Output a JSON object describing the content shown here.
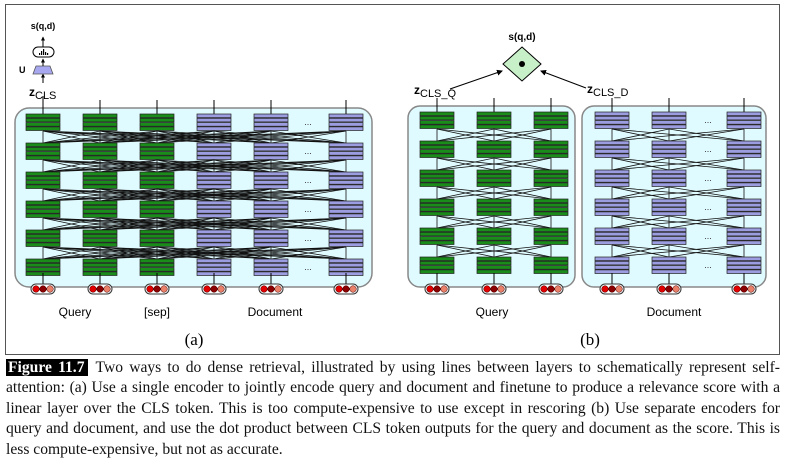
{
  "panel_a": {
    "score_label": "s(q,d)",
    "linear_layer_label": "U",
    "cls_label_main": "z",
    "cls_label_sub": "CLS",
    "input_labels": {
      "query": "Query",
      "sep": "[sep]",
      "document": "Document"
    },
    "panel_label": "(a)",
    "columns": [
      "query",
      "query",
      "query",
      "document",
      "document",
      "ellipsis",
      "document"
    ],
    "layers": 6,
    "ellipsis": "..."
  },
  "panel_b": {
    "score_label": "s(q,d)",
    "dot_product_symbol": "•",
    "cls_q_main": "z",
    "cls_q_sub": "CLS_Q",
    "cls_d_main": "z",
    "cls_d_sub": "CLS_D",
    "query_encoder_columns": 3,
    "document_encoder_columns": [
      "document",
      "document",
      "ellipsis",
      "document"
    ],
    "layers": 6,
    "input_labels": {
      "query": "Query",
      "document": "Document"
    },
    "panel_label": "(b)",
    "ellipsis": "..."
  },
  "colors": {
    "query_block": "#1a8c1a",
    "document_block": "#9c9ce0",
    "encoder_bg": "#e0fbff",
    "dot_product_fill": "#c8f0c8",
    "token_dots": [
      "#e00000",
      "#8b0000",
      "#e8806a"
    ]
  },
  "caption": {
    "label": "Figure 11.7",
    "text": "Two ways to do dense retrieval, illustrated by using lines between layers to schematically represent self-attention: (a) Use a single encoder to jointly encode query and document and finetune to produce a relevance score with a linear layer over the CLS token. This is too compute-expensive to use except in rescoring (b) Use separate encoders for query and document, and use the dot product between CLS token outputs for the query and document as the score. This is less compute-expensive, but not as accurate."
  }
}
